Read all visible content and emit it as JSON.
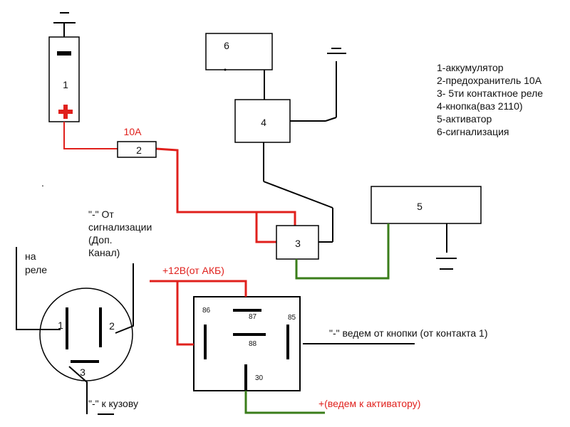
{
  "colors": {
    "line": "#000000",
    "positive": "#e0201c",
    "activator": "#3a7d1a",
    "background": "#ffffff"
  },
  "battery": {
    "label": "1",
    "minus_sign": "—",
    "plus_sign": "+"
  },
  "fuse": {
    "label": "2",
    "rating": "10A"
  },
  "relay_3": {
    "label": "3"
  },
  "button_4": {
    "label": "4"
  },
  "activator_5": {
    "label": "5"
  },
  "alarm_6": {
    "label": "6"
  },
  "legend": [
    "1-аккумулятор",
    "2-предохранитель 10А",
    "3- 5ти контактное реле",
    "4-кнопка(ваз 2110)",
    "5-активатор",
    "6-сигнализация"
  ],
  "connector": {
    "pin1": "1",
    "pin2": "2",
    "pin3": "3",
    "to_relay_line1": "на",
    "to_relay_line2": "реле",
    "alarm_label_lines": [
      "\"-\" От",
      "сигнализации",
      "(Доп.",
      "Канал)"
    ],
    "ground_label": "\"-\" к кузову"
  },
  "relay_detail": {
    "supply_label": "+12В(от АКБ)",
    "pin86": "86",
    "pin87": "87",
    "pin85": "85",
    "pin88": "88",
    "pin30": "30",
    "pin85_note": "\"-\" ведем от кнопки (от контакта 1)",
    "pin30_note": "+(ведем к активатору)"
  },
  "stray_dot": "."
}
